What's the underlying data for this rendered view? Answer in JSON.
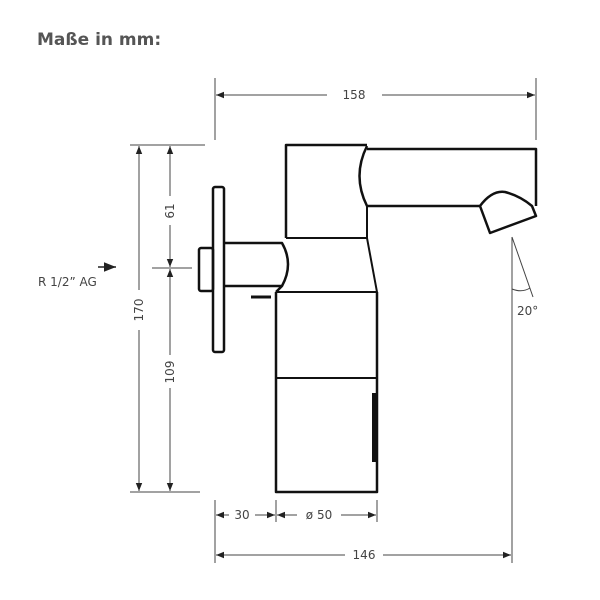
{
  "title": "Maße in mm:",
  "dimensions": {
    "total_width": "158",
    "total_height": "170",
    "upper_height": "61",
    "lower_height": "109",
    "connection": "R 1/2” AG",
    "spout_angle": "20°",
    "wall_offset": "30",
    "body_diameter": "ø 50",
    "reach": "146"
  }
}
